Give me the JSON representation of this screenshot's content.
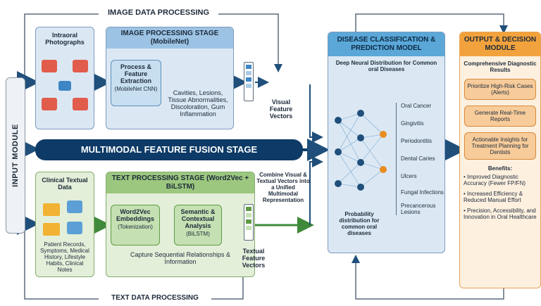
{
  "image_processing_label": "IMAGE DATA PROCESSING",
  "text_processing_label": "TEXT DATA PROCESSING",
  "input_module_label": "INPUT MODULE",
  "intraoral": {
    "title": "Intraoral Photographs"
  },
  "image_stage": {
    "title": "IMAGE PROCESSING STAGE (MobileNet)",
    "sub_title": "Process & Feature Extraction",
    "sub_note": "(MobileNet CNN)",
    "features": "Cavities, Lesions, Tissue Abnormalities, Discoloration, Gum Inflammation"
  },
  "visual_vectors": "Visual Feature Vectors",
  "fusion_stage": "MULTIMODAL FEATURE FUSION STAGE",
  "clinical": {
    "title": "Clinical Textual Data",
    "items": "Patient Records, Symptoms, Medical History, Lifestyle Habits, Clinical Notes"
  },
  "text_stage": {
    "title": "TEXT PROCESSING STAGE (Word2Vec + BiLSTM)",
    "w2v_title": "Word2Vec Embeddings",
    "w2v_note": "(Tokenization)",
    "sem_title": "Semantic & Contextual Analysis",
    "sem_note": "(BiLSTM)",
    "capture": "Capture Sequential Relationships & Information"
  },
  "combine_text": "Combine Visual & Textual Vectors into a Unified Multimodal Representation",
  "textual_vectors": "Textual Feature Vectors",
  "disease": {
    "title": "DISEASE CLASSIFICATION & PREDICTION MODEL",
    "subtitle": "Deep Neural Distribution for Common oral Diseases",
    "prob": "Probability distribution for common oral diseases",
    "classes": [
      "Oral Cancer",
      "Gingivitis",
      "Periodontitis",
      "Dental Caries",
      "Ulcers",
      "Fungal Infections",
      "Precancerous Lesions"
    ]
  },
  "output": {
    "title": "OUTPUT & DECISION MODULE",
    "results_title": "Comprehensive Diagnostic Results",
    "buttons": [
      "Prioritize High-Risk Cases (Alerts)",
      "Generate Real-Time Reports",
      "Actionable Insights for Treatment Planning for Dentists"
    ],
    "benefits_title": "Benefits:",
    "benefits": [
      "• Improved Diagnostic Accuracy (Fewer FP/FN)",
      "• Increased Efficiency & Reduced Manual Effort",
      "• Precision, Accessibility, and Innovation in Oral Healthcare"
    ]
  },
  "colors": {
    "navy": "#0d3a66",
    "blue_panel": "#dbe8f4",
    "green_panel": "#e3efd9",
    "orange": "#f2a23c",
    "disease_header": "#5aa7d8"
  }
}
